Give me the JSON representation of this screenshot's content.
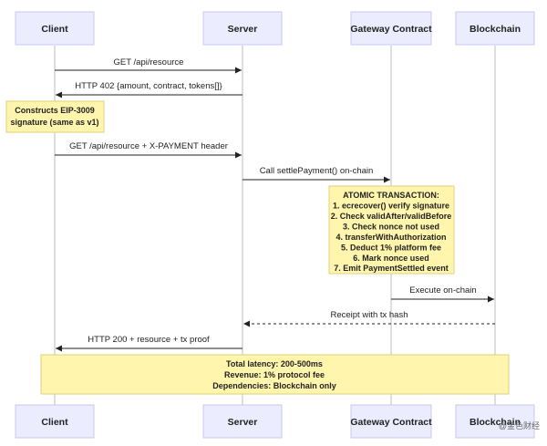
{
  "participants": [
    "Client",
    "Server",
    "Gateway Contract",
    "Blockchain"
  ],
  "messages": [
    {
      "text": "GET /api/resource"
    },
    {
      "text": "HTTP 402 {amount, contract, tokens[]}"
    },
    {
      "text": "GET /api/resource + X-PAYMENT header"
    },
    {
      "text": "Call settlePayment() on-chain"
    },
    {
      "text": "Execute on-chain"
    },
    {
      "text": "Receipt with tx hash"
    },
    {
      "text": "HTTP 200 + resource + tx proof"
    }
  ],
  "notes": {
    "client_note": [
      "Constructs EIP-3009",
      "signature (same as v1)"
    ],
    "atomic": [
      "ATOMIC TRANSACTION:",
      "1. ecrecover() verify signature",
      "2. Check validAfter/validBefore",
      "3. Check nonce not used",
      "4. transferWithAuthorization",
      "5. Deduct 1% platform fee",
      "6. Mark nonce used",
      "7. Emit PaymentSettled event"
    ],
    "summary": [
      "Total latency: 200-500ms",
      "Revenue: 1% protocol fee",
      "Dependencies: Blockchain only"
    ]
  },
  "watermark": "@金色财经",
  "colors": {
    "participant_fill": "#ececff",
    "note_fill": "#fff5ad"
  }
}
